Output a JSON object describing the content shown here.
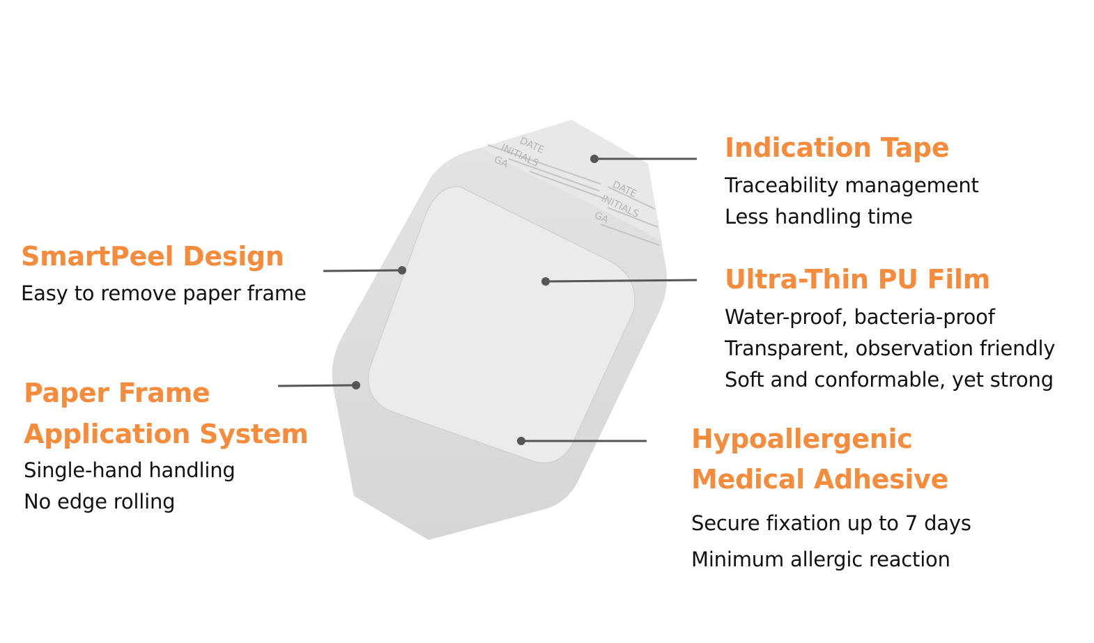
{
  "colors": {
    "accent": "#f68b3c",
    "text": "#111111",
    "dressing_frame": "#dcdcdc",
    "dressing_window": "#ebebeb",
    "leader_line": "#555555"
  },
  "tape_print": {
    "row1": [
      "DATE",
      "INITIALS",
      "GA"
    ],
    "row2": [
      "DATE",
      "INITIALS",
      "GA"
    ]
  },
  "callouts": {
    "indication_tape": {
      "title": "Indication Tape",
      "lines": [
        "Traceability management",
        "Less handling time"
      ]
    },
    "ultra_thin_film": {
      "title": "Ultra-Thin PU Film",
      "lines": [
        "Water-proof, bacteria-proof",
        "Transparent, observation friendly",
        "Soft and conformable, yet strong"
      ]
    },
    "smartpeel": {
      "title": "SmartPeel Design",
      "lines": [
        "Easy to remove paper frame"
      ]
    },
    "paper_frame": {
      "title_lines": [
        "Paper Frame",
        "Application System"
      ],
      "lines": [
        "Single-hand handling",
        "No edge rolling"
      ]
    },
    "hypoallergenic": {
      "title_lines": [
        "Hypoallergenic",
        "Medical Adhesive"
      ],
      "lines": [
        "Secure fixation up to 7 days",
        "Minimum allergic reaction"
      ]
    }
  }
}
